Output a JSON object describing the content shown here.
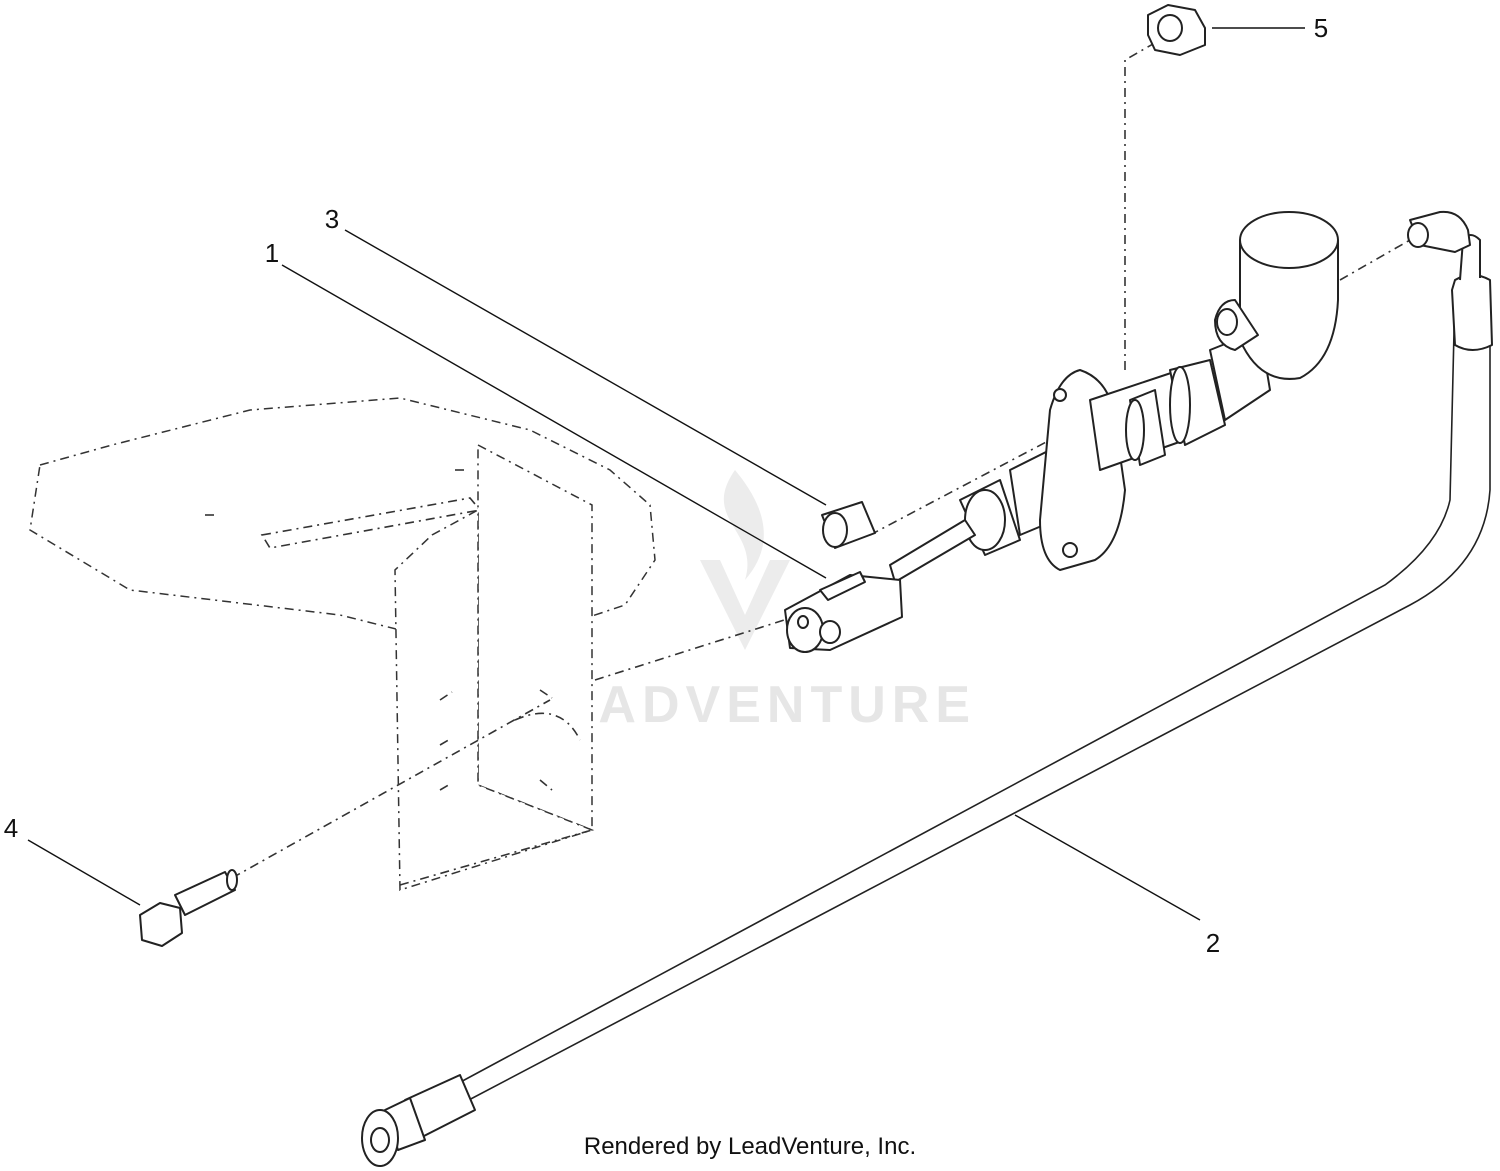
{
  "callouts": [
    {
      "id": "1",
      "label": "1"
    },
    {
      "id": "2",
      "label": "2"
    },
    {
      "id": "3",
      "label": "3"
    },
    {
      "id": "4",
      "label": "4"
    },
    {
      "id": "5",
      "label": "5"
    }
  ],
  "watermark": {
    "text": "LEADVENTURE"
  },
  "footer": {
    "credit": "Rendered by LeadVenture, Inc."
  }
}
